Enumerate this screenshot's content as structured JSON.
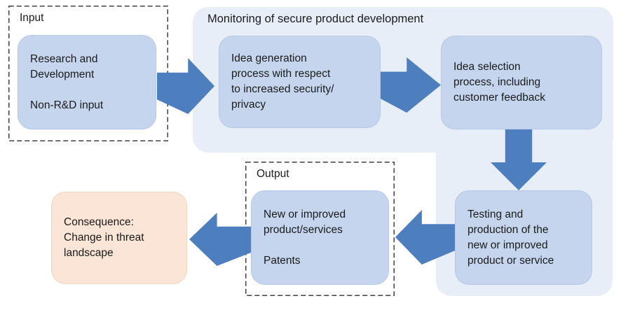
{
  "colors": {
    "bg": "#ffffff",
    "container": "#e8eef7",
    "box-blue": "#c5d5ee",
    "box-blue-border": "#b6c8e6",
    "box-peach": "#fbe5d6",
    "box-peach-border": "#f0d6c3",
    "arrow": "#4d7ebd",
    "dash": "#404040",
    "text": "#1a1a1a"
  },
  "monitor": {
    "title": "Monitoring of secure product development"
  },
  "groups": {
    "input": {
      "label": "Input"
    },
    "output": {
      "label": "Output"
    }
  },
  "boxes": {
    "rnd": {
      "text": "Research and\nDevelopment\n\nNon-R&D input"
    },
    "idea_generation": {
      "text": "Idea generation\nprocess with respect\nto increased security/\nprivacy"
    },
    "idea_selection": {
      "text": "Idea selection\nprocess, including\ncustomer feedback"
    },
    "testing": {
      "text": "Testing and\nproduction of the\nnew or improved\nproduct or service"
    },
    "output": {
      "text": "New or improved\nproduct/services\n\nPatents"
    },
    "consequence": {
      "text": "Consequence:\nChange in threat\nlandscape"
    }
  },
  "icons": {
    "flow_arrows": [
      "arrow-right",
      "arrow-right",
      "arrow-down",
      "arrow-left",
      "arrow-left"
    ]
  }
}
